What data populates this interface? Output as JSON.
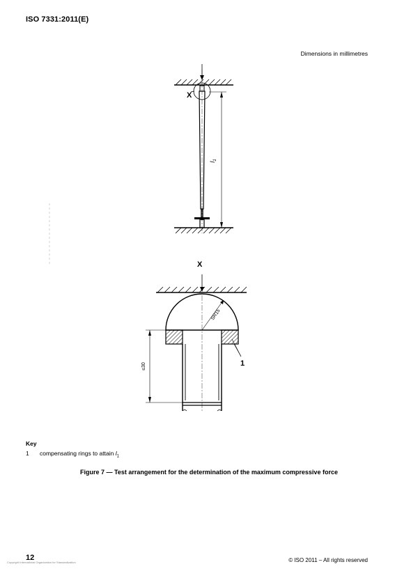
{
  "header": {
    "standard": "ISO 7331:2011(E)"
  },
  "dimensions_note": "Dimensions in millimetres",
  "figure": {
    "detail_label_top": "X",
    "detail_label_heading": "X",
    "length_label": "l",
    "length_subscript": "1",
    "radius_label": "SR15",
    "height_label": "≤30",
    "callout_number": "1"
  },
  "key": {
    "title": "Key",
    "items": [
      {
        "number": "1",
        "text": "compensating rings to attain ",
        "symbol": "l",
        "subscript": "1"
      }
    ]
  },
  "caption": "Figure 7 — Test arrangement for the determination of the maximum compressive force",
  "footer": {
    "page_number": "12",
    "source": "Copyright International Organization for Standardization",
    "copyright": "© ISO 2011 – All rights reserved"
  }
}
